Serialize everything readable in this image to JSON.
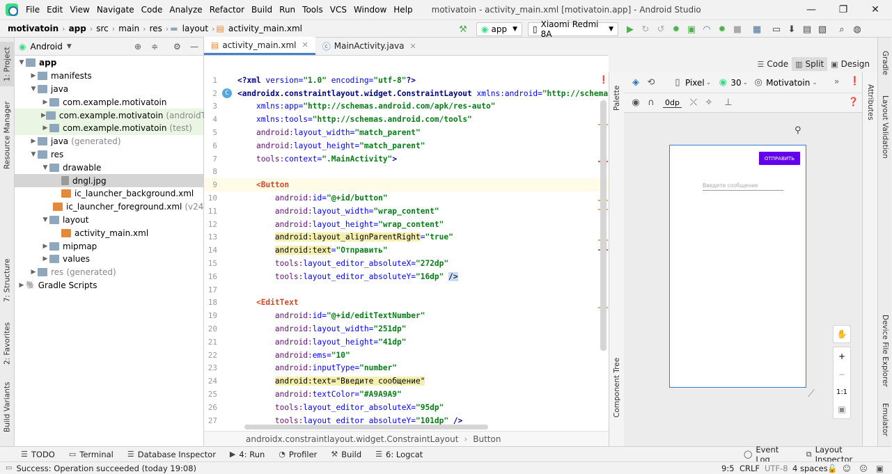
{
  "window": {
    "title": "motivatoin - activity_main.xml [motivatoin.app] - Android Studio",
    "menu": [
      "File",
      "Edit",
      "View",
      "Navigate",
      "Code",
      "Analyze",
      "Refactor",
      "Build",
      "Run",
      "Tools",
      "VCS",
      "Window",
      "Help"
    ],
    "controls": {
      "minimize": "—",
      "maximize": "❐",
      "close": "✕"
    }
  },
  "navbar": {
    "breadcrumbs": [
      "motivatoin",
      "app",
      "src",
      "main",
      "res",
      "layout",
      "activity_main.xml"
    ],
    "run_config": "app",
    "device": "Xiaomi Redmi 8A"
  },
  "left_strip": {
    "tabs": [
      "1: Project",
      "Resource Manager",
      "7: Structure",
      "2: Favorites",
      "Build Variants"
    ]
  },
  "project": {
    "view": "Android",
    "tree": [
      {
        "label": "app",
        "suffix": "",
        "depth": 0,
        "icon": "folder",
        "expanded": true,
        "bold": true
      },
      {
        "label": "manifests",
        "suffix": "",
        "depth": 1,
        "icon": "folder",
        "expanded": false
      },
      {
        "label": "java",
        "suffix": "",
        "depth": 1,
        "icon": "folder",
        "expanded": true
      },
      {
        "label": "com.example.motivatoin",
        "suffix": "",
        "depth": 2,
        "icon": "folder",
        "expanded": false
      },
      {
        "label": "com.example.motivatoin",
        "suffix": "(androidTest)",
        "depth": 2,
        "icon": "folder",
        "expanded": false,
        "highlight": true
      },
      {
        "label": "com.example.motivatoin",
        "suffix": "(test)",
        "depth": 2,
        "icon": "folder",
        "expanded": false,
        "highlight": true
      },
      {
        "label": "java",
        "suffix": "(generated)",
        "depth": 1,
        "icon": "folder",
        "expanded": false
      },
      {
        "label": "res",
        "suffix": "",
        "depth": 1,
        "icon": "folder",
        "expanded": true
      },
      {
        "label": "drawable",
        "suffix": "",
        "depth": 2,
        "icon": "folder",
        "expanded": true
      },
      {
        "label": "dngl.jpg",
        "suffix": "",
        "depth": 3,
        "icon": "img",
        "selected": true
      },
      {
        "label": "ic_launcher_background.xml",
        "suffix": "",
        "depth": 3,
        "icon": "xml"
      },
      {
        "label": "ic_launcher_foreground.xml",
        "suffix": "(v24)",
        "depth": 3,
        "icon": "xml"
      },
      {
        "label": "layout",
        "suffix": "",
        "depth": 2,
        "icon": "folder",
        "expanded": true
      },
      {
        "label": "activity_main.xml",
        "suffix": "",
        "depth": 3,
        "icon": "xml"
      },
      {
        "label": "mipmap",
        "suffix": "",
        "depth": 2,
        "icon": "folder",
        "expanded": false
      },
      {
        "label": "values",
        "suffix": "",
        "depth": 2,
        "icon": "folder",
        "expanded": false
      },
      {
        "label": "res",
        "suffix": "(generated)",
        "depth": 1,
        "icon": "folder",
        "expanded": false,
        "grayLabel": true
      },
      {
        "label": "Gradle Scripts",
        "suffix": "",
        "depth": 0,
        "icon": "gradle",
        "expanded": false
      }
    ]
  },
  "editor": {
    "tabs": [
      {
        "label": "activity_main.xml",
        "active": true
      },
      {
        "label": "MainActivity.java",
        "active": false
      }
    ],
    "modes": [
      "Code",
      "Split",
      "Design"
    ],
    "active_mode": "Split",
    "breadcrumb": [
      "androidx.constraintlayout.widget.ConstraintLayout",
      "Button"
    ],
    "lines": [
      {
        "n": "1",
        "indent": 0,
        "parts": [
          [
            "tag",
            "<?xml "
          ],
          [
            "attr",
            "version="
          ],
          [
            "val",
            "\"1.0\" "
          ],
          [
            "attr",
            "encoding="
          ],
          [
            "val",
            "\"utf-8\""
          ],
          [
            "tag",
            "?>"
          ]
        ]
      },
      {
        "n": "2",
        "indent": 0,
        "parts": [
          [
            "tag",
            "<androidx.constraintlayout.widget.ConstraintLayout "
          ],
          [
            "attr",
            "xmlns:android="
          ],
          [
            "val",
            "\"http://schemas"
          ]
        ]
      },
      {
        "n": "3",
        "indent": 1,
        "parts": [
          [
            "attr",
            "xmlns:app="
          ],
          [
            "val",
            "\"http://schemas.android.com/apk/res-auto\""
          ]
        ]
      },
      {
        "n": "4",
        "indent": 1,
        "parts": [
          [
            "attr",
            "xmlns:tools="
          ],
          [
            "val",
            "\"http://schemas.android.com/tools\""
          ]
        ]
      },
      {
        "n": "5",
        "indent": 1,
        "parts": [
          [
            "ns",
            "android:"
          ],
          [
            "attr",
            "layout_width="
          ],
          [
            "val",
            "\"match_parent\""
          ]
        ]
      },
      {
        "n": "6",
        "indent": 1,
        "parts": [
          [
            "ns",
            "android:"
          ],
          [
            "attr",
            "layout_height="
          ],
          [
            "val",
            "\"match_parent\""
          ]
        ]
      },
      {
        "n": "7",
        "indent": 1,
        "parts": [
          [
            "ns",
            "tools:"
          ],
          [
            "attr",
            "context="
          ],
          [
            "val",
            "\".MainActivity\""
          ],
          [
            "tag",
            ">"
          ]
        ]
      },
      {
        "n": "8",
        "indent": 0,
        "parts": []
      },
      {
        "n": "9",
        "indent": 1,
        "parts": [
          [
            "tagr",
            "<Button"
          ]
        ],
        "current": true
      },
      {
        "n": "10",
        "indent": 2,
        "parts": [
          [
            "ns",
            "android:"
          ],
          [
            "attr",
            "id="
          ],
          [
            "val",
            "\"@+id/button\""
          ]
        ]
      },
      {
        "n": "11",
        "indent": 2,
        "parts": [
          [
            "ns",
            "android:"
          ],
          [
            "attr",
            "layout_width="
          ],
          [
            "val",
            "\"wrap_content\""
          ]
        ]
      },
      {
        "n": "12",
        "indent": 2,
        "parts": [
          [
            "ns",
            "android:"
          ],
          [
            "attr",
            "layout_height="
          ],
          [
            "val",
            "\"wrap_content\""
          ]
        ]
      },
      {
        "n": "13",
        "indent": 2,
        "parts": [
          [
            "yhl",
            "android:layout_alignParentRight"
          ],
          [
            "attr",
            "="
          ],
          [
            "val",
            "\"true\""
          ]
        ]
      },
      {
        "n": "14",
        "indent": 2,
        "parts": [
          [
            "yhl",
            "android:text"
          ],
          [
            "attr",
            "="
          ],
          [
            "val",
            "\"Отправить\""
          ]
        ]
      },
      {
        "n": "15",
        "indent": 2,
        "parts": [
          [
            "ns",
            "tools:"
          ],
          [
            "attr",
            "layout_editor_absoluteX="
          ],
          [
            "val",
            "\"272dp\""
          ]
        ]
      },
      {
        "n": "16",
        "indent": 2,
        "parts": [
          [
            "ns",
            "tools:"
          ],
          [
            "attr",
            "layout_editor_absoluteY="
          ],
          [
            "val",
            "\"16dp\" "
          ],
          [
            "bhl",
            "/>"
          ]
        ]
      },
      {
        "n": "17",
        "indent": 0,
        "parts": []
      },
      {
        "n": "18",
        "indent": 1,
        "parts": [
          [
            "tagr",
            "<EditText"
          ]
        ]
      },
      {
        "n": "19",
        "indent": 2,
        "parts": [
          [
            "ns",
            "android:"
          ],
          [
            "attr",
            "id="
          ],
          [
            "val",
            "\"@+id/editTextNumber\""
          ]
        ]
      },
      {
        "n": "20",
        "indent": 2,
        "parts": [
          [
            "ns",
            "android:"
          ],
          [
            "attr",
            "layout_width="
          ],
          [
            "val",
            "\"251dp\""
          ]
        ]
      },
      {
        "n": "21",
        "indent": 2,
        "parts": [
          [
            "ns",
            "android:"
          ],
          [
            "attr",
            "layout_height="
          ],
          [
            "val",
            "\"41dp\""
          ]
        ]
      },
      {
        "n": "22",
        "indent": 2,
        "parts": [
          [
            "ns",
            "android:"
          ],
          [
            "attr",
            "ems="
          ],
          [
            "val",
            "\"10\""
          ]
        ]
      },
      {
        "n": "23",
        "indent": 2,
        "parts": [
          [
            "ns",
            "android:"
          ],
          [
            "attr",
            "inputType="
          ],
          [
            "val",
            "\"number\""
          ]
        ]
      },
      {
        "n": "24",
        "indent": 2,
        "parts": [
          [
            "yhl",
            "android:text=\"Введите сообщение\""
          ]
        ]
      },
      {
        "n": "25",
        "indent": 2,
        "parts": [
          [
            "ns",
            "android:"
          ],
          [
            "attr",
            "textColor="
          ],
          [
            "val",
            "\"#A9A9A9\""
          ]
        ]
      },
      {
        "n": "26",
        "indent": 2,
        "parts": [
          [
            "ns",
            "tools:"
          ],
          [
            "attr",
            "layout_editor_absoluteX="
          ],
          [
            "val",
            "\"95dp\""
          ]
        ]
      },
      {
        "n": "27",
        "indent": 2,
        "parts": [
          [
            "ns",
            "tools:"
          ],
          [
            "attr",
            "layout_editor_absoluteY="
          ],
          [
            "val",
            "\"101dp\" "
          ],
          [
            "tag",
            "/>"
          ]
        ]
      }
    ]
  },
  "palette": {
    "label": "Palette",
    "component_tree": "Component Tree"
  },
  "design": {
    "device": "Pixel",
    "api": "30",
    "theme": "Motivatoin",
    "margin": "0dp",
    "preview_button": "ОТПРАВИТЬ",
    "preview_hint": "Введите сообщение",
    "zoom_reset": "1:1"
  },
  "right_strip": {
    "tabs": [
      "Gradle",
      "Layout Validation",
      "Device File Explorer",
      "Emulator"
    ],
    "attributes": "Attributes"
  },
  "bottom_tools": [
    {
      "icon": "todo-icon",
      "glyph": "☰",
      "label": "TODO"
    },
    {
      "icon": "terminal-icon",
      "glyph": "▭",
      "label": "Terminal"
    },
    {
      "icon": "database-icon",
      "glyph": "☰",
      "label": "Database Inspector"
    },
    {
      "icon": "run-icon",
      "glyph": "▶",
      "label": "4: Run"
    },
    {
      "icon": "profiler-icon",
      "glyph": "◔",
      "label": "Profiler"
    },
    {
      "icon": "build-icon",
      "glyph": "⚒",
      "label": "Build"
    },
    {
      "icon": "logcat-icon",
      "glyph": "☰",
      "label": "6: Logcat"
    }
  ],
  "bottom_right_tools": [
    {
      "icon": "event-log-icon",
      "glyph": "◯",
      "label": "Event Log"
    },
    {
      "icon": "layout-inspector-icon",
      "glyph": "⧉",
      "label": "Layout Inspector"
    }
  ],
  "status": {
    "message": "Success: Operation succeeded (today 19:08)",
    "position": "9:5",
    "line_sep": "CRLF",
    "encoding": "UTF-8",
    "indent": "4 spaces"
  },
  "colors": {
    "accent": "#4083c9",
    "button": "#6200ee",
    "hint": "#A9A9A9"
  }
}
